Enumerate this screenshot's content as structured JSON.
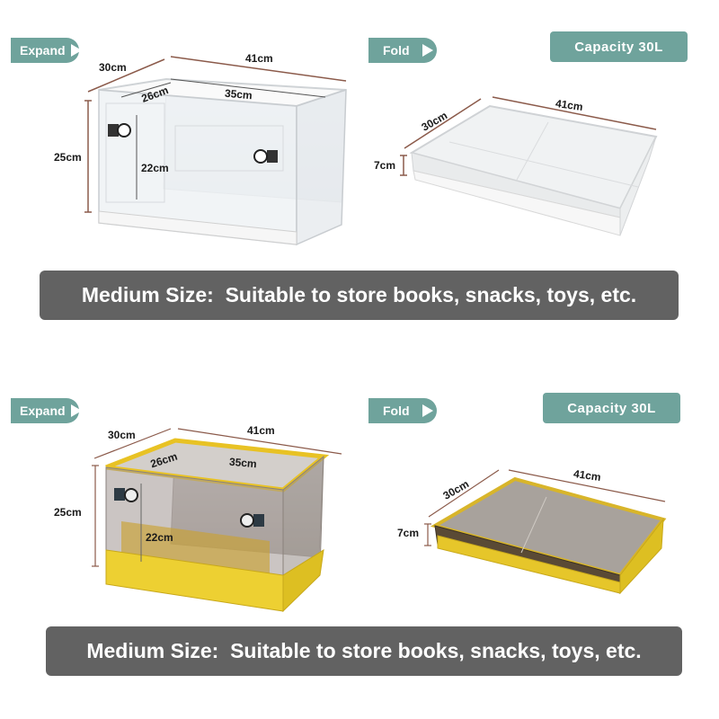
{
  "panels": [
    {
      "variant": "white",
      "expand_label": "Expand",
      "fold_label": "Fold",
      "capacity_label": "Capacity 30L",
      "expanded_dims": {
        "depth": "30cm",
        "width": "41cm",
        "inner_depth": "26cm",
        "inner_width": "35cm",
        "height": "25cm",
        "inner_height": "22cm"
      },
      "folded_dims": {
        "depth": "30cm",
        "width": "41cm",
        "height": "7cm"
      },
      "banner": "Medium Size:  Suitable to store books, snacks, toys, etc."
    },
    {
      "variant": "yellow",
      "expand_label": "Expand",
      "fold_label": "Fold",
      "capacity_label": "Capacity 30L",
      "expanded_dims": {
        "depth": "30cm",
        "width": "41cm",
        "inner_depth": "26cm",
        "inner_width": "35cm",
        "height": "25cm",
        "inner_height": "22cm"
      },
      "folded_dims": {
        "depth": "30cm",
        "width": "41cm",
        "height": "7cm"
      },
      "banner": "Medium Size:  Suitable to store books, snacks, toys, etc."
    }
  ],
  "colors": {
    "tag_bg": "#6fa39c",
    "banner_bg": "#626262",
    "dimension_line": "#8b5a4a",
    "frame_yellow": "#e8c224",
    "frame_white": "#f2f2f2"
  }
}
